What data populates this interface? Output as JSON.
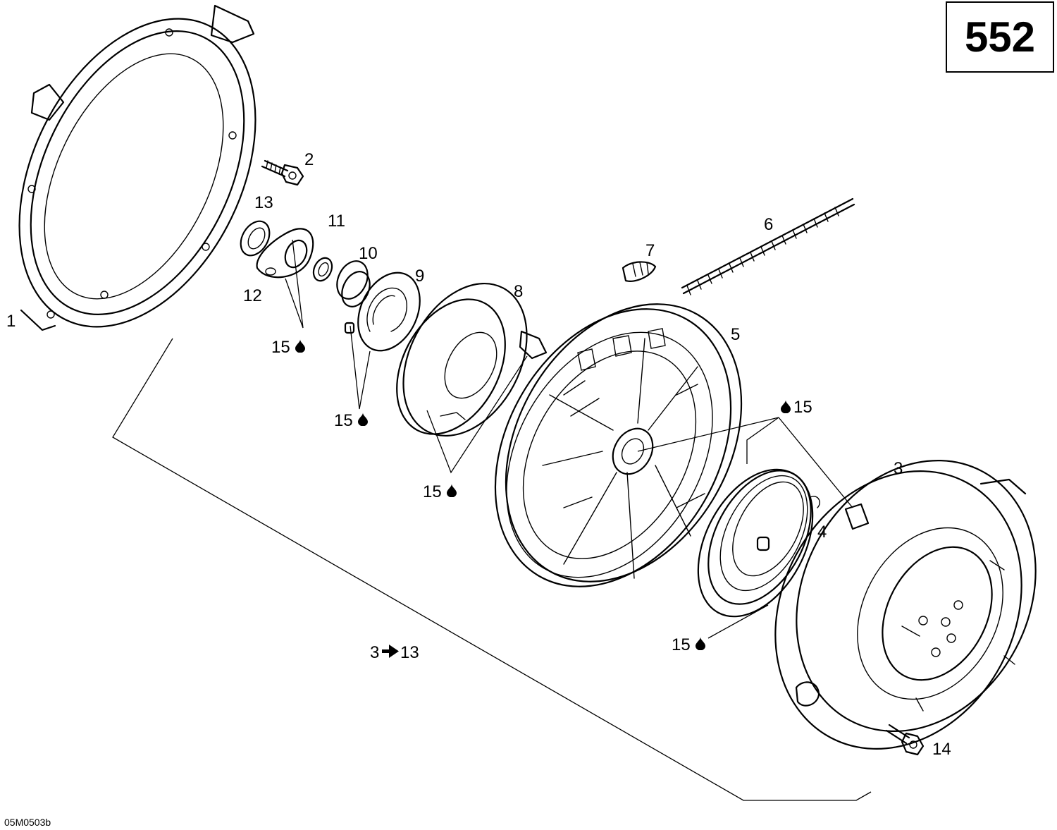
{
  "page": {
    "number": "552",
    "reference": "05M0503b"
  },
  "callouts": {
    "c1": "1",
    "c2": "2",
    "c3": "3",
    "c4": "4",
    "c5": "5",
    "c6": "6",
    "c7": "7",
    "c8": "8",
    "c9": "9",
    "c10": "10",
    "c11": "11",
    "c12": "12",
    "c13": "13",
    "c14": "14"
  },
  "lubricant": {
    "number": "15",
    "icon": "oil-drop-icon"
  },
  "assembly": {
    "from": "3",
    "to": "13",
    "icon": "arrow-right-icon"
  }
}
